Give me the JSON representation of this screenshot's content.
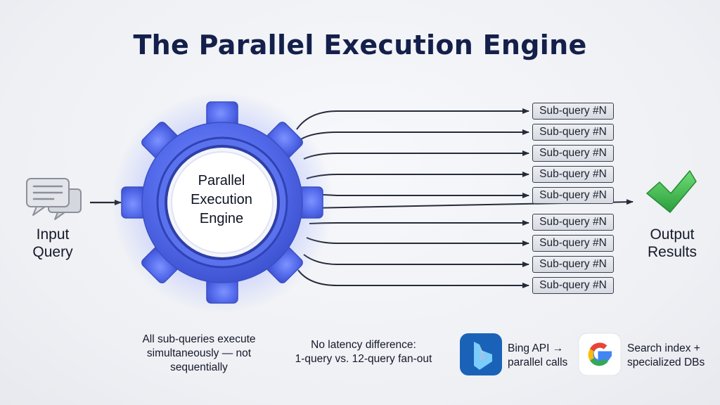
{
  "title": "The Parallel Execution Engine",
  "input": {
    "label_line1": "Input",
    "label_line2": "Query",
    "icon": "chat-bubbles-icon"
  },
  "engine": {
    "line1": "Parallel",
    "line2": "Execution",
    "line3": "Engine",
    "icon": "gear-icon"
  },
  "subqueries": [
    "Sub-query #N",
    "Sub-query #N",
    "Sub-query #N",
    "Sub-query #N",
    "Sub-query #N",
    "Sub-query #N",
    "Sub-query #N",
    "Sub-query #N",
    "Sub-query #N"
  ],
  "output": {
    "label_line1": "Output",
    "label_line2": "Results",
    "icon": "check-mark-icon"
  },
  "captions": {
    "simultaneous": {
      "line1": "All sub-queries execute",
      "line2": "simultaneously — not",
      "line3": "sequentially"
    },
    "latency": {
      "line1": "No latency difference:",
      "line2": "1-query vs. 12-query fan-out"
    }
  },
  "providers": [
    {
      "name": "bing",
      "icon": "bing-logo-icon",
      "line1": "Bing API →",
      "line2": "parallel calls"
    },
    {
      "name": "google",
      "icon": "google-logo-icon",
      "line1": "Search index +",
      "line2": "specialized DBs"
    }
  ],
  "colors": {
    "gear": "#4f67e6",
    "title": "#14204a",
    "check": "#3cb54a"
  }
}
